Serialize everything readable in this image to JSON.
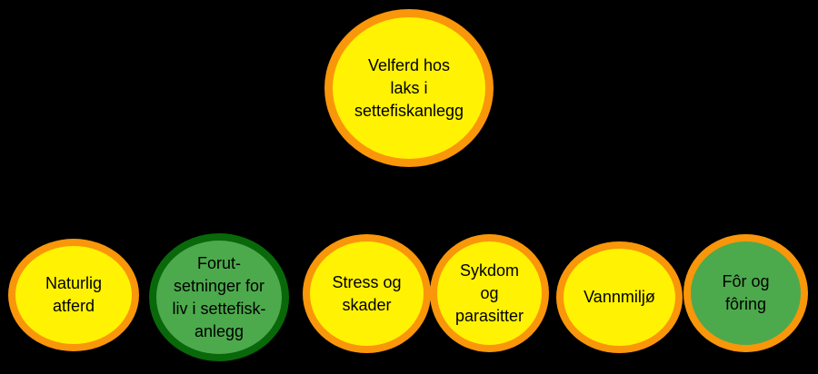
{
  "diagram": {
    "background_color": "#000000",
    "text_color": "#000000",
    "palette": {
      "yellow_fill": "#FFF202",
      "orange_border": "#FA960A",
      "green_fill": "#4CAA4C",
      "dark_green_border": "#096809"
    },
    "root": {
      "label": "Velferd hos\nlaks i\nsettefiskanlegg",
      "fill_color": "#FFF202",
      "border_color": "#FA960A"
    },
    "children": [
      {
        "label": "Naturlig\natferd",
        "fill_color": "#FFF202",
        "border_color": "#FA960A"
      },
      {
        "label": "Forut-\nsetninger for\nliv i settefisk-\nanlegg",
        "fill_color": "#4CAA4C",
        "border_color": "#096809"
      },
      {
        "label": "Stress og\nskader",
        "fill_color": "#FFF202",
        "border_color": "#FA960A"
      },
      {
        "label": "Sykdom\nog\nparasitter",
        "fill_color": "#FFF202",
        "border_color": "#FA960A"
      },
      {
        "label": "Vannmiljø",
        "fill_color": "#FFF202",
        "border_color": "#FA960A"
      },
      {
        "label": "Fôr og\nfôring",
        "fill_color": "#4CAA4C",
        "border_color": "#FA960A"
      }
    ]
  }
}
